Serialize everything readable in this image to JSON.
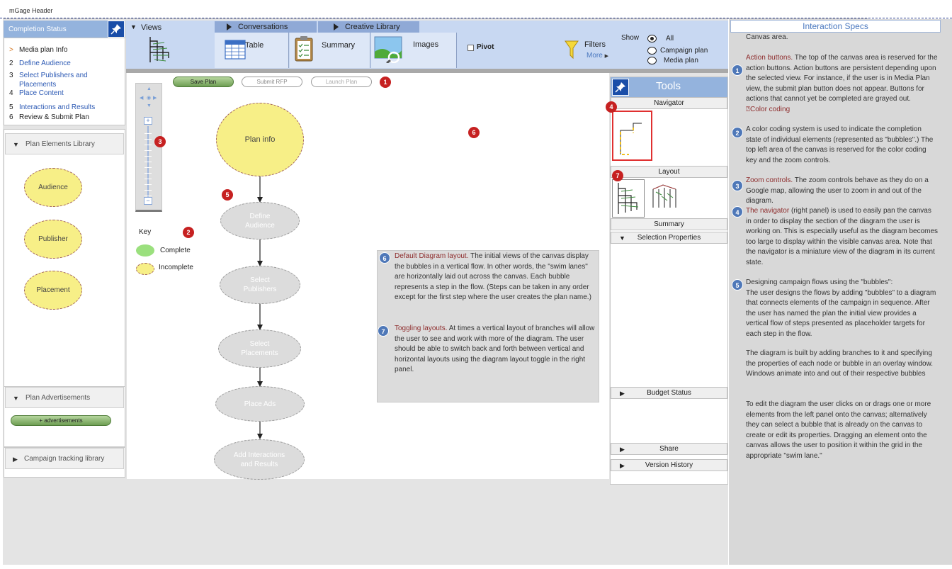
{
  "header": {
    "title": "mGage Header"
  },
  "completion": {
    "title": "Completion Status",
    "items": [
      {
        "num": ">",
        "label": "Media plan Info"
      },
      {
        "num": "2",
        "label": "Define Audience"
      },
      {
        "num": "3",
        "label": "Select Publishers and Placements"
      },
      {
        "num": "4",
        "label": "Place Content"
      },
      {
        "num": "5",
        "label": "Interactions and Results"
      },
      {
        "num": "6",
        "label": "Review & Submit Plan"
      }
    ]
  },
  "library": {
    "title": "Plan Elements Library",
    "items": [
      "Audience",
      "Publisher",
      "Placement"
    ]
  },
  "ads": {
    "title": "Plan Advertisements",
    "button": "+ advertisements"
  },
  "tracking": {
    "title": "Campaign tracking library"
  },
  "ribbon": {
    "views": "Views",
    "conversations": "Conversations",
    "creative": "Creative Library",
    "table": "Table",
    "summary": "Summary",
    "images": "Images",
    "pivot": "Pivot",
    "filters": "Filters",
    "more": "More",
    "show": "Show",
    "show_options": [
      "All",
      "Campaign plan",
      "Media plan"
    ]
  },
  "actions": {
    "save": "Save Plan",
    "submit": "Submit RFP",
    "launch": "Launch Plan"
  },
  "key": {
    "title": "Key",
    "complete": "Complete",
    "incomplete": "Incomplete"
  },
  "flow": [
    "Plan info",
    "Define Audience",
    "Select Publishers",
    "Select Placements",
    "Place Ads",
    "Add Interactions and Results"
  ],
  "notes": {
    "n6_head": "Default Diagram layout.",
    "n6_body": "The initial views of the canvas display the bubbles in a vertical flow. In other words, the \"swim lanes\" are horizontally laid out across the canvas. Each bubble represents a step in the flow. (Steps can be taken in any order except for the first step where the user creates the plan name.)",
    "n7_head": "Toggling layouts.",
    "n7_body": "At times a vertical layout of branches will allow the user to see and work with more of the diagram. The user should be able to switch back and forth between vertical and horizontal layouts using the diagram layout toggle in the right panel."
  },
  "badges": [
    "1",
    "2",
    "3",
    "4",
    "5",
    "6",
    "7"
  ],
  "tools": {
    "title": "Tools",
    "navigator": "Navigator",
    "layout": "Layout",
    "summary": "Summary",
    "selection": "Selection Properties",
    "budget": "Budget Status",
    "share": "Share",
    "version": "Version History"
  },
  "specs": {
    "title": "Interaction Specs",
    "intro": "Canvas area.",
    "s1_head": "Action buttons.",
    "s1_body": "The top of the canvas area is reserved for the action buttons. Action buttons are persistent depending upon the selected view. For instance, if the user is in Media Plan view, the submit plan button does not appear. Buttons for actions that cannot yet be completed are grayed out.",
    "s1_tail": "⍰Color coding",
    "s2_body": "A color coding system is used to indicate the completion state of individual elements (represented as \"bubbles\".) The top left area of the canvas is reserved for the color coding key and the zoom controls.",
    "s3_head": "Zoom controls.",
    "s3_body": "The zoom controls behave as they do on a Google map, allowing the user to zoom in and out of the diagram.",
    "s4_head": "The navigator",
    "s4_body": "(right panel) is used to easily pan the canvas in order to display the section of the diagram the user is working on. This is especially useful as the diagram becomes too large to display within the visible canvas area. Note that the navigator is a miniature view of the diagram in its current state.",
    "s5_head": "Designing campaign flows using the \"bubbles\":",
    "s5_body": "The user designs the flows by adding \"bubbles\" to a diagram that connects elements of the campaign in sequence. After the user has named the plan the initial view provides a vertical flow of steps presented as placeholder targets for each step in the flow.",
    "p2": "The diagram is built by adding branches to it and specifying the properties of each node or bubble in an overlay window. Windows animate into and out of their respective bubbles",
    "p3": "To edit the diagram the user clicks on or drags one or more elements from the left panel onto the canvas; alternatively they can select a bubble that is already on the canvas to create or edit its properties. Dragging an element onto the canvas allows the user to position it within the grid in the appropriate \"swim lane.\""
  },
  "colors": {
    "complete": "#9be07e",
    "incomplete": "#f7ef87",
    "badge_red": "#c62121",
    "badge_blue": "#4f78b8",
    "header_blue": "#94b3dd"
  }
}
